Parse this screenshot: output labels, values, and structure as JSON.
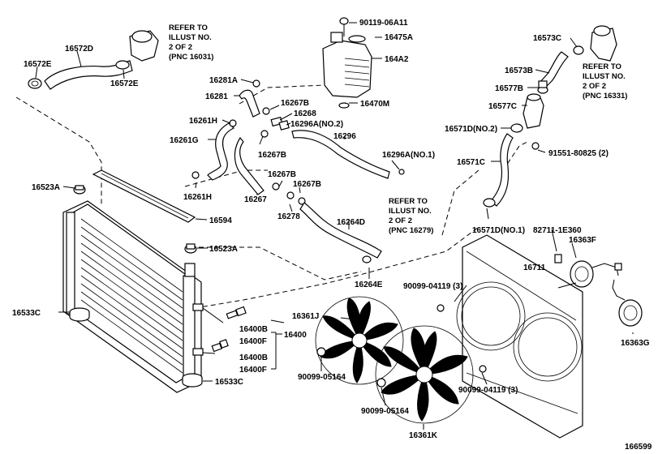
{
  "labels": {
    "p16572D": "16572D",
    "p16572E_a": "16572E",
    "p16572E_b": "16572E",
    "p90119": "90119-06A11",
    "p16475A": "16475A",
    "p164A2": "164A2",
    "p16573C": "16573C",
    "p16573B": "16573B",
    "p16577B": "16577B",
    "p16577C": "16577C",
    "p16571D_2": "16571D(NO.2)",
    "p16571C": "16571C",
    "p91551": "91551-80825 (2)",
    "p16281A": "16281A",
    "p16281": "16281",
    "p16470M": "16470M",
    "p16267B_a": "16267B",
    "p16268": "16268",
    "p16296A_2": "16296A(NO.2)",
    "p16296": "16296",
    "p16261H_a": "16261H",
    "p16261G": "16261G",
    "p16267B_b": "16267B",
    "p16296A_1": "16296A(NO.1)",
    "p16261H_b": "16261H",
    "p16267B_c": "16267B",
    "p16267B_d": "16267B",
    "p16267": "16267",
    "p16278": "16278",
    "p16523A_a": "16523A",
    "p16594": "16594",
    "p16264D": "16264D",
    "p16571D_1": "16571D(NO.1)",
    "p82711": "82711-1E360",
    "p16363F": "16363F",
    "p16523A_b": "16523A",
    "p16711": "16711",
    "p16264E": "16264E",
    "p90099_04119_a": "90099-04119 (3)",
    "p16533C_a": "16533C",
    "p16361J": "16361J",
    "p16400B_a": "16400B",
    "p16400": "16400",
    "p16400F_a": "16400F",
    "p16400B_b": "16400B",
    "p16400F_b": "16400F",
    "p16363G": "16363G",
    "p16533C_b": "16533C",
    "p90099_05164_a": "90099-05164",
    "p90099_04119_b": "90099-04119 (3)",
    "p90099_05164_b": "90099-05164",
    "p16361K": "16361K",
    "diagram_id": "166599"
  },
  "notes": {
    "refer_16031": [
      "REFER TO",
      "ILLUST NO.",
      "2 OF 2",
      "(PNC 16031)"
    ],
    "refer_16331": [
      "REFER TO",
      "ILLUST NO.",
      "2 OF 2",
      "(PNC 16331)"
    ],
    "refer_16279": [
      "REFER TO",
      "ILLUST NO.",
      "2 OF 2",
      "(PNC 16279)"
    ]
  }
}
